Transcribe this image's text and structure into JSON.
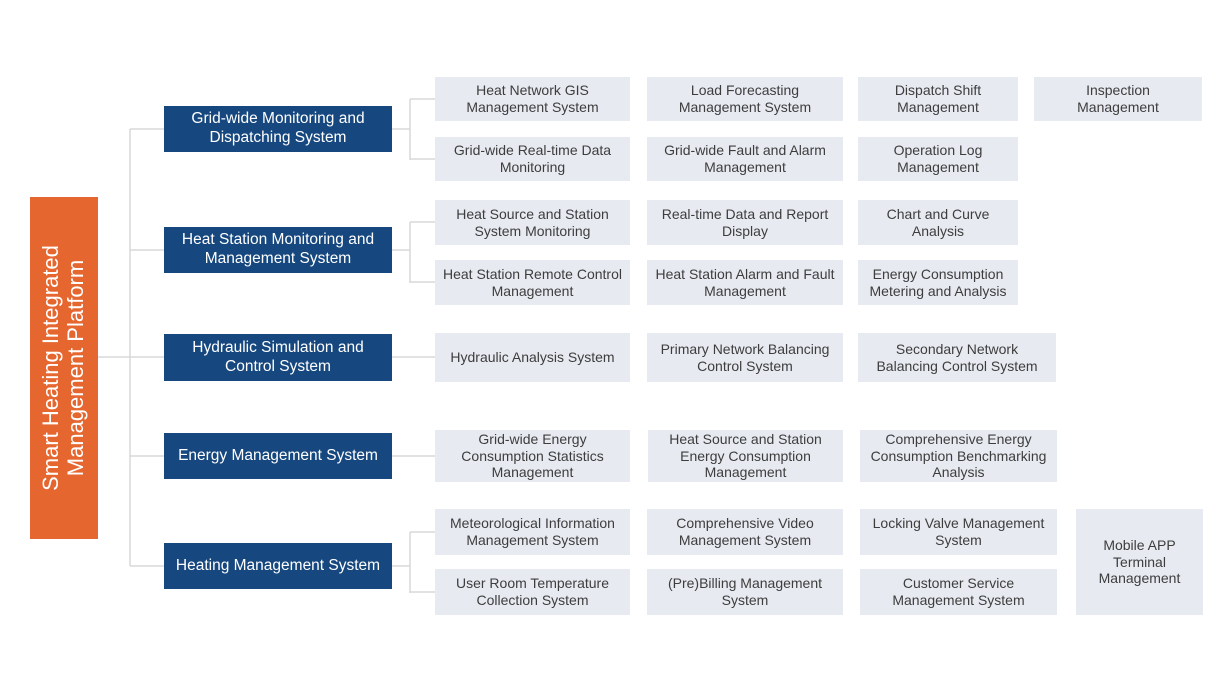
{
  "root": {
    "label": "Smart Heating Integrated Management Platform"
  },
  "colors": {
    "root_orange": "#E5662F",
    "branch_blue": "#16477E",
    "leaf_background": "#E7EAF1",
    "connector_line": "#D8D8D8"
  },
  "sections": [
    {
      "label": "Grid-wide Monitoring and Dispatching System",
      "row1": [
        "Heat Network GIS Management System",
        "Load Forecasting Management System",
        "Dispatch Shift Management",
        "Inspection Management"
      ],
      "row2": [
        "Grid-wide Real-time Data Monitoring",
        "Grid-wide Fault and Alarm Management",
        "Operation Log Management"
      ]
    },
    {
      "label": "Heat Station Monitoring and Management System",
      "row1": [
        "Heat Source and Station System Monitoring",
        "Real-time Data and Report Display",
        "Chart and Curve Analysis"
      ],
      "row2": [
        "Heat Station Remote Control Management",
        "Heat Station Alarm and Fault Management",
        "Energy Consumption Metering and Analysis"
      ]
    },
    {
      "label": "Hydraulic Simulation and Control System",
      "row1": [
        "Hydraulic Analysis System",
        "Primary Network Balancing Control System",
        "Secondary Network Balancing Control System"
      ]
    },
    {
      "label": "Energy Management System",
      "row1": [
        "Grid-wide Energy Consumption Statistics Management",
        "Heat Source and Station Energy Consumption Management",
        "Comprehensive Energy Consumption Benchmarking Analysis"
      ]
    },
    {
      "label": "Heating Management System",
      "row1": [
        "Meteorological Information Management System",
        "Comprehensive Video Management System",
        "Locking Valve Management System"
      ],
      "row2": [
        "User Room Temperature Collection System",
        "(Pre)Billing Management System",
        "Customer Service Management System"
      ],
      "span": "Mobile APP Terminal Management"
    }
  ]
}
